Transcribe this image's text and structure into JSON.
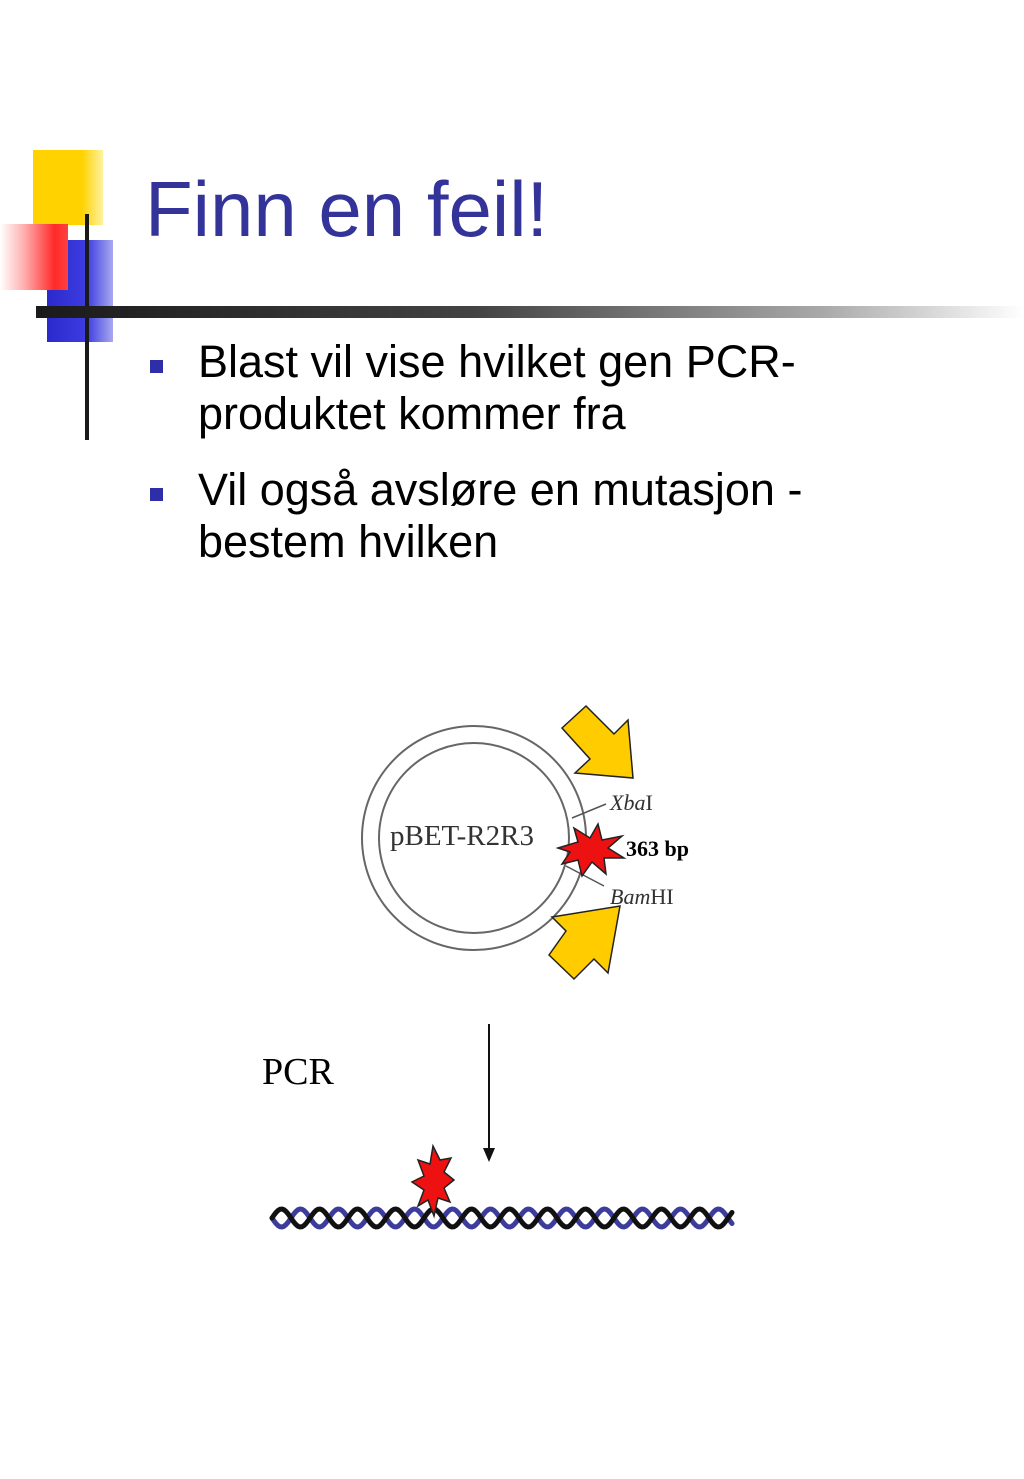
{
  "slide": {
    "title": "Finn en feil!",
    "bullets": [
      {
        "text": "Blast vil vise hvilket gen PCR-produktet kommer fra"
      },
      {
        "text": "Vil også avsløre en mutasjon - bestem hvilken"
      }
    ]
  },
  "diagram": {
    "plasmid_label": "pBET-R2R3",
    "xba_italic": "Xba",
    "xba_rest": "I",
    "size_label": "363 bp",
    "bam_italic": "Bam",
    "bam_rest": "HI",
    "pcr_label": "PCR"
  },
  "colors": {
    "title": "#33339a",
    "bullet": "#2e2ea8",
    "arrow_fill": "#ffcc00",
    "mutation": "#ee1111",
    "dna_strand_a": "#3c3c9c",
    "dna_strand_b": "#111111"
  }
}
